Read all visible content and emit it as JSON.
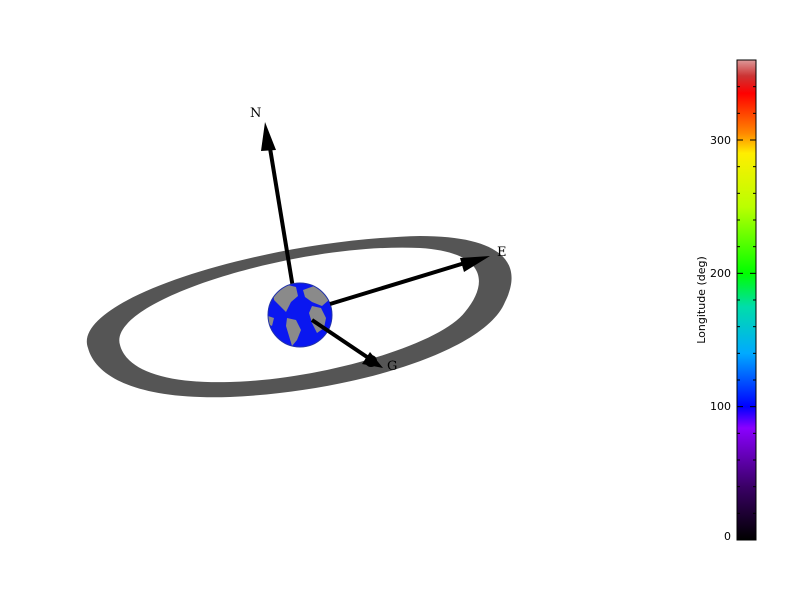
{
  "axes": {
    "north_label": "N",
    "east_label": "E",
    "g_label": "G"
  },
  "colorbar": {
    "label": "Longitude (deg)",
    "ticks": [
      "0",
      "100",
      "200",
      "300"
    ],
    "min": 0,
    "max": 360,
    "stops": [
      {
        "value": 0,
        "color": "#000000"
      },
      {
        "value": 40,
        "color": "#3a0066"
      },
      {
        "value": 84,
        "color": "#8a00ff"
      },
      {
        "value": 100,
        "color": "#0000ff"
      },
      {
        "value": 140,
        "color": "#00aaff"
      },
      {
        "value": 175,
        "color": "#00ddaa"
      },
      {
        "value": 200,
        "color": "#00ff00"
      },
      {
        "value": 250,
        "color": "#bbff00"
      },
      {
        "value": 290,
        "color": "#ffee00"
      },
      {
        "value": 305,
        "color": "#ff8800"
      },
      {
        "value": 335,
        "color": "#ff0000"
      },
      {
        "value": 348,
        "color": "#cc3333"
      },
      {
        "value": 360,
        "color": "#dd9999"
      }
    ]
  },
  "colors": {
    "orbit_ring": "#555555",
    "earth_ocean": "#0a17f0",
    "earth_land": "#8a8a8a",
    "arrow": "#000000"
  }
}
